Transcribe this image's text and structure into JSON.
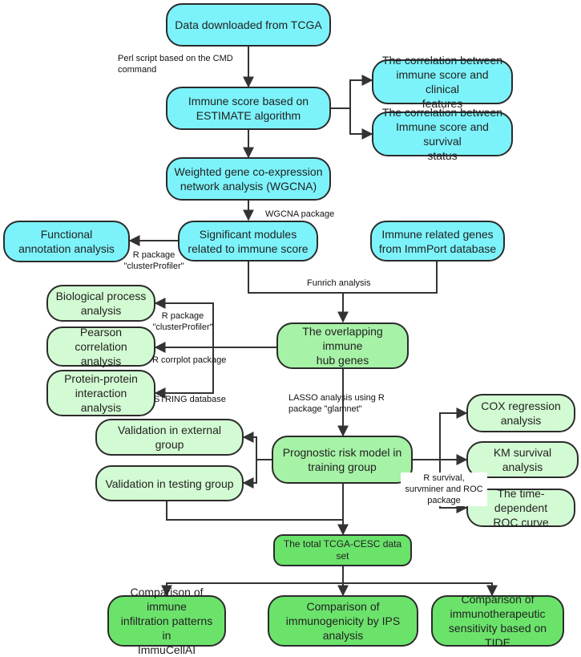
{
  "nodes": {
    "tcga": "Data downloaded from TCGA",
    "immune_score": "Immune score based on\nESTIMATE algorithm",
    "corr_clinical": "The correlation between\nimmune score and clinical\nfeatures",
    "corr_survival": "The correlation between\nImmune score and survival\nstatus",
    "wgcna": "Weighted gene co-expression\nnetwork analysis (WGCNA)",
    "functional": "Functional\nannotation analysis",
    "sig_modules": "Significant modules\nrelated to immune score",
    "immport": "Immune related genes\nfrom ImmPort database",
    "bio_process": "Biological process\nanalysis",
    "pearson": "Pearson correlation\nanalysis",
    "ppi": "Protein-protein\ninteraction\nanalysis",
    "hub_genes": "The overlapping immune\nhub genes",
    "cox": "COX regression\nanalysis",
    "val_external": "Validation in external group",
    "prognostic": "Prognostic risk model in\ntraining group",
    "km": "KM survival analysis",
    "val_testing": "Validation in testing group",
    "roc": "The time-dependent\nROC curve",
    "total": "The total TCGA-CESC data\nset",
    "immucellai": "Comparison of immune\ninfiltration patterns in\nImmuCellAI",
    "ips": "Comparison of\nimmunogenicity by IPS\nanalysis",
    "tide": "Comparison of\nimmunotherapeutic\nsensitivity based on TIDE"
  },
  "labels": {
    "perl": "Perl script based on the CMD\ncommand",
    "wgcna_pkg": "WGCNA package",
    "cluster1": "R package\n\"clusterProfiler\"",
    "funrich": "Funrich analysis",
    "cluster2": "R package\n\"clusterProfiler\"",
    "corrplot": "R corrplot package",
    "string": "STRING database",
    "lasso": "LASSO analysis using R\npackage \"glamnet\"",
    "survival": "R survival,\nsurvminer and ROC\npackage"
  }
}
